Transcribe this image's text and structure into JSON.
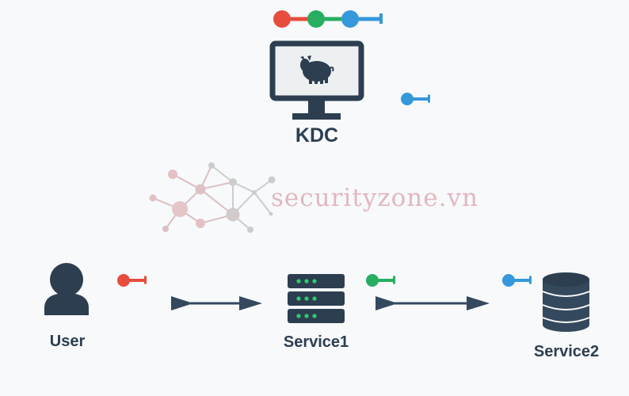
{
  "labels": {
    "kdc": "KDC",
    "user": "User",
    "service1": "Service1",
    "service2": "Service2"
  },
  "watermark": {
    "text": "securityzone.vn"
  },
  "colors": {
    "dark": "#2c3e50",
    "red_key": "#e74c3c",
    "green_key": "#27ae60",
    "blue_key": "#3498db",
    "screen": "#ecf0f1",
    "watermark_network": "#d9a9ad",
    "watermark_gray": "#c2c2c2"
  },
  "icons": [
    "monitor-icon",
    "pig-icon",
    "user-icon",
    "server-icon",
    "database-icon",
    "key-icon",
    "arrow-icon"
  ]
}
